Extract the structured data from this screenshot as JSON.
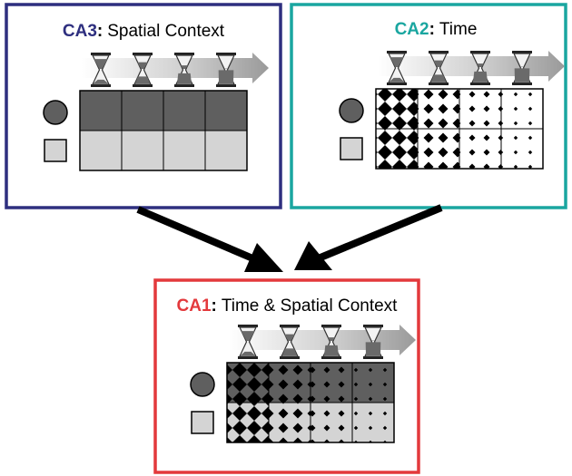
{
  "panels": {
    "ca3": {
      "label": "CA3",
      "colon": ":",
      "subtitle": "Spatial Context",
      "color": "#2e2f7f",
      "pattern": "none"
    },
    "ca2": {
      "label": "CA2",
      "colon": ":",
      "subtitle": "Time",
      "color": "#1aa6a0",
      "pattern": "time"
    },
    "ca1": {
      "label": "CA1",
      "colon": ":",
      "subtitle": "Time & Spatial Context",
      "color": "#e3393c",
      "pattern": "both"
    }
  },
  "legend": {
    "circle_color": "#5f5f5f",
    "square_color": "#d4d4d4"
  },
  "grid": {
    "dark_fill": "#5f5f5f",
    "light_fill": "#d4d4d4"
  },
  "time_steps": 4,
  "arrows": [
    {
      "from": "ca3",
      "to": "ca1",
      "icon": "arrow-ca3-to-ca1"
    },
    {
      "from": "ca2",
      "to": "ca1",
      "icon": "arrow-ca2-to-ca1"
    }
  ]
}
